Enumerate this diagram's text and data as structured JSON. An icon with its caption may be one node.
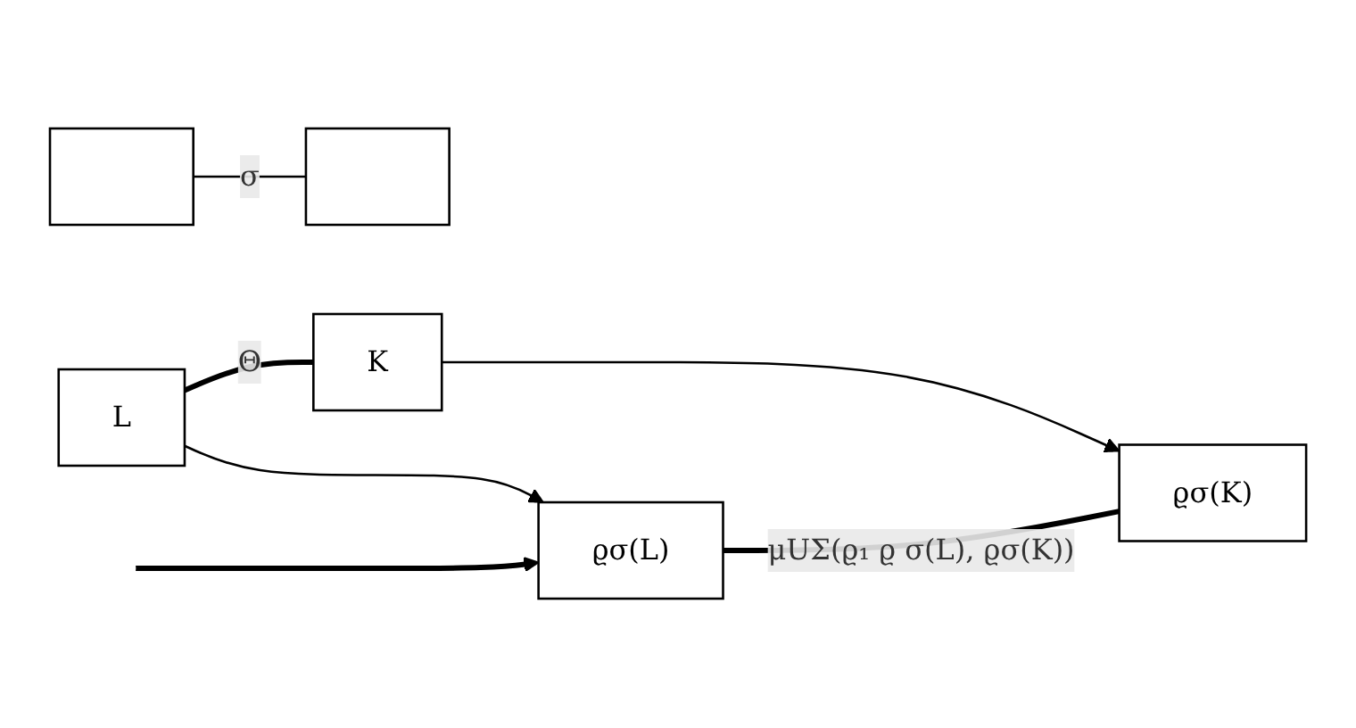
{
  "diagram": {
    "nodes": [
      {
        "text": [
          "L"
        ]
      },
      {
        "text": [],
        "shape": "box"
      },
      {
        "text": [],
        "shape": "box"
      },
      {
        "text": [
          "K"
        ]
      },
      {
        "text": [
          "ϱσ(L)"
        ]
      },
      {
        "text": [
          "ϱσ(K)"
        ]
      }
    ],
    "edges": [
      {
        "from": 0,
        "to": 3,
        "arrow": "none",
        "label": "Θ",
        "style": "thick"
      },
      {
        "from": 1,
        "to": 2,
        "arrow": "none",
        "label": "σ"
      },
      {
        "from": 0,
        "to": 4,
        "arrow": "to"
      },
      {
        "from": 3,
        "to": 5,
        "arrow": "to"
      },
      {
        "from": null,
        "to": 4,
        "arrow": "to",
        "style": "thick"
      },
      {
        "from": 4,
        "to": 5,
        "arrow": "none",
        "label": "μUΣ(ϱ₁ ϱ σ(L), ϱσ(K))",
        "style": "thick"
      }
    ]
  }
}
